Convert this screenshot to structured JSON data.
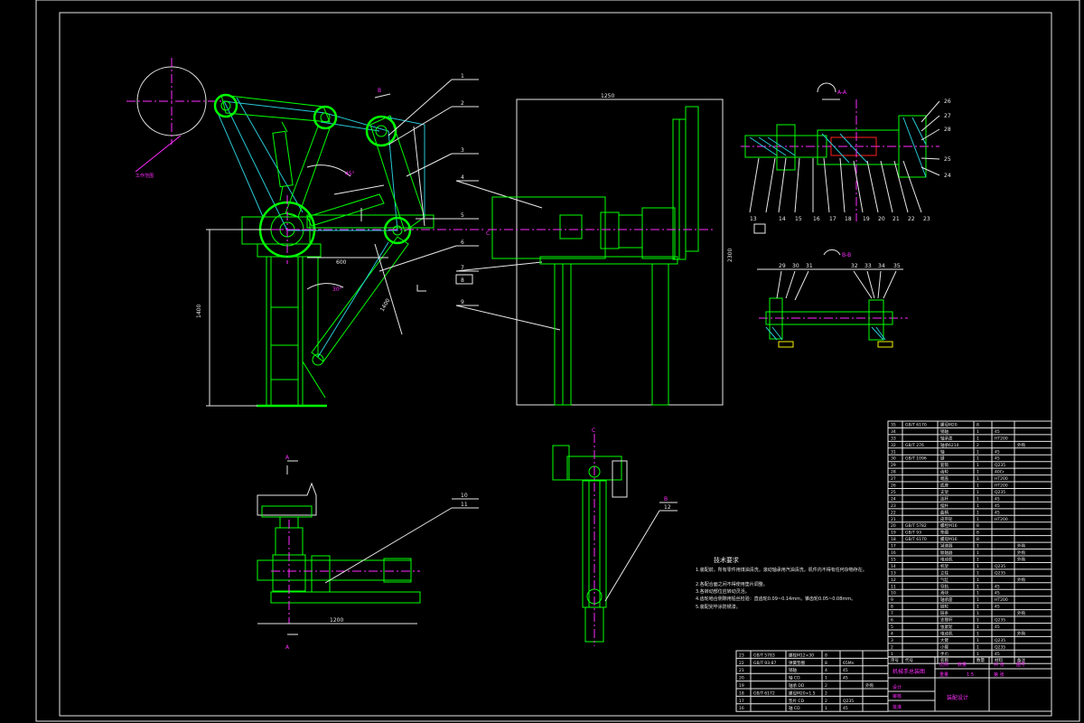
{
  "drawing": {
    "palette": {
      "background": "#000000",
      "frame": "#e8e8e8",
      "part_outline": "#00ff00",
      "centerline": "#ff2bff",
      "dimension": "#e8e8e8",
      "hatch": "#27c9d6"
    },
    "leader_labels_side": [
      "1",
      "2",
      "3",
      "4",
      "5",
      "6",
      "7",
      "8",
      "9"
    ],
    "leader_labels_section": [
      "26",
      "27",
      "28",
      "25",
      "24",
      "23",
      "22",
      "21",
      "20",
      "19",
      "18",
      "17",
      "16",
      "15",
      "14",
      "13"
    ],
    "leader_labels_bottom": [
      "10",
      "11"
    ],
    "leader_labels_bottom2": [
      "12"
    ],
    "leader_labels_detail": [
      "29",
      "30",
      "31",
      "32",
      "33",
      "34",
      "35"
    ],
    "dimensions": {
      "front_width": "1250",
      "front_height": "2300",
      "side_height": "1400",
      "side_width": "600",
      "angle1": "45°",
      "angle2": "30°",
      "plan_width": "1200",
      "link_length": "1400"
    },
    "view_markers": {
      "a_top": "A",
      "a_bottom": "A",
      "c_side": "C",
      "c_view": "C",
      "b_arrow": "B",
      "section_title": "A-A",
      "detail_title": "B-B"
    }
  },
  "notes": {
    "heading": "技术要求",
    "items": [
      "1.装配前，所有零件用煤油清洗，滚动轴承用汽油清洗，机件内不得有任何杂物存在。",
      "2.各配合面之间不得使用垫片调整。",
      "3.各转动部位应转动灵活。",
      "4.齿轮啮合侧隙用铅丝检验：直齿轮0.09~0.14mm，锥齿轮0.05~0.08mm。",
      "5.装配完毕涂防锈漆。"
    ]
  },
  "parts_table": {
    "headers": [
      "序号",
      "代号",
      "名称",
      "数量",
      "材料",
      "备注"
    ],
    "rows": [
      [
        "35",
        "GB/T 6170",
        "螺母M20",
        "8",
        "",
        ""
      ],
      [
        "34",
        "",
        "销轴",
        "1",
        "45",
        ""
      ],
      [
        "33",
        "",
        "轴承盖",
        "1",
        "HT200",
        ""
      ],
      [
        "32",
        "GB/T 276",
        "轴承6210",
        "2",
        "",
        "外购"
      ],
      [
        "31",
        "",
        "轴",
        "1",
        "45",
        ""
      ],
      [
        "30",
        "GB/T 1096",
        "键",
        "1",
        "45",
        ""
      ],
      [
        "29",
        "",
        "套筒",
        "1",
        "Q235",
        ""
      ],
      [
        "28",
        "",
        "齿轮",
        "1",
        "40Cr",
        ""
      ],
      [
        "27",
        "",
        "端盖",
        "1",
        "HT200",
        ""
      ],
      [
        "26",
        "",
        "底座",
        "1",
        "HT200",
        ""
      ],
      [
        "25",
        "",
        "支架",
        "1",
        "Q235",
        ""
      ],
      [
        "24",
        "",
        "连杆",
        "1",
        "45",
        ""
      ],
      [
        "23",
        "",
        "摆杆",
        "1",
        "45",
        ""
      ],
      [
        "22",
        "",
        "曲柄",
        "1",
        "45",
        ""
      ],
      [
        "21",
        "",
        "皮带轮",
        "1",
        "HT200",
        ""
      ],
      [
        "20",
        "GB/T 5782",
        "螺栓M16",
        "8",
        "",
        ""
      ],
      [
        "19",
        "GB/T 93",
        "垫圈",
        "8",
        "",
        ""
      ],
      [
        "18",
        "GB/T 6170",
        "螺母M16",
        "8",
        "",
        ""
      ],
      [
        "17",
        "",
        "减速器",
        "1",
        "",
        "外购"
      ],
      [
        "16",
        "",
        "联轴器",
        "1",
        "",
        "外购"
      ],
      [
        "15",
        "",
        "电动机",
        "1",
        "",
        "外购"
      ],
      [
        "14",
        "",
        "机架",
        "1",
        "Q235",
        ""
      ],
      [
        "13",
        "",
        "立柱",
        "1",
        "Q235",
        ""
      ],
      [
        "12",
        "",
        "气缸",
        "1",
        "",
        "外购"
      ],
      [
        "11",
        "",
        "导轨",
        "1",
        "45",
        ""
      ],
      [
        "10",
        "",
        "滑块",
        "1",
        "45",
        ""
      ],
      [
        "9",
        "",
        "轴承座",
        "1",
        "HT200",
        ""
      ],
      [
        "8",
        "",
        "链轮",
        "1",
        "45",
        ""
      ],
      [
        "7",
        "",
        "链条",
        "1",
        "",
        "外购"
      ],
      [
        "6",
        "",
        "支撑杆",
        "1",
        "Q235",
        ""
      ],
      [
        "5",
        "",
        "张紧轮",
        "1",
        "45",
        ""
      ],
      [
        "4",
        "",
        "电动机",
        "1",
        "",
        "外购"
      ],
      [
        "3",
        "",
        "大臂",
        "1",
        "Q235",
        ""
      ],
      [
        "2",
        "",
        "小臂",
        "1",
        "Q235",
        ""
      ],
      [
        "1",
        "",
        "手爪",
        "1",
        "45",
        ""
      ]
    ]
  },
  "lower_table": {
    "rows": [
      [
        "23",
        "GB/T 5783",
        "螺栓M12×30",
        "8",
        "",
        ""
      ],
      [
        "22",
        "GB/T 93-87",
        "弹簧垫圈",
        "8",
        "65Mn",
        ""
      ],
      [
        "21",
        "",
        "销轴",
        "4",
        "45",
        ""
      ],
      [
        "20",
        "",
        "轴 CD",
        "1",
        "45",
        ""
      ],
      [
        "19",
        "",
        "轴承 DD",
        "2",
        "",
        "外购"
      ],
      [
        "18",
        "GB/T 6172",
        "螺母M20×1.5",
        "2",
        "",
        ""
      ],
      [
        "17",
        "",
        "垫片 CD",
        "2",
        "Q235",
        ""
      ],
      [
        "16",
        "",
        "轴 CD",
        "1",
        "45",
        ""
      ]
    ]
  },
  "title_block": {
    "drawing_name": "机械手总装图",
    "design_title": "装配设计",
    "labels": [
      "设计",
      "审核",
      "批准",
      "比例",
      "数量",
      "重量",
      "共 张",
      "第 张"
    ],
    "scale": "1:5",
    "sheet_info": "图号"
  }
}
